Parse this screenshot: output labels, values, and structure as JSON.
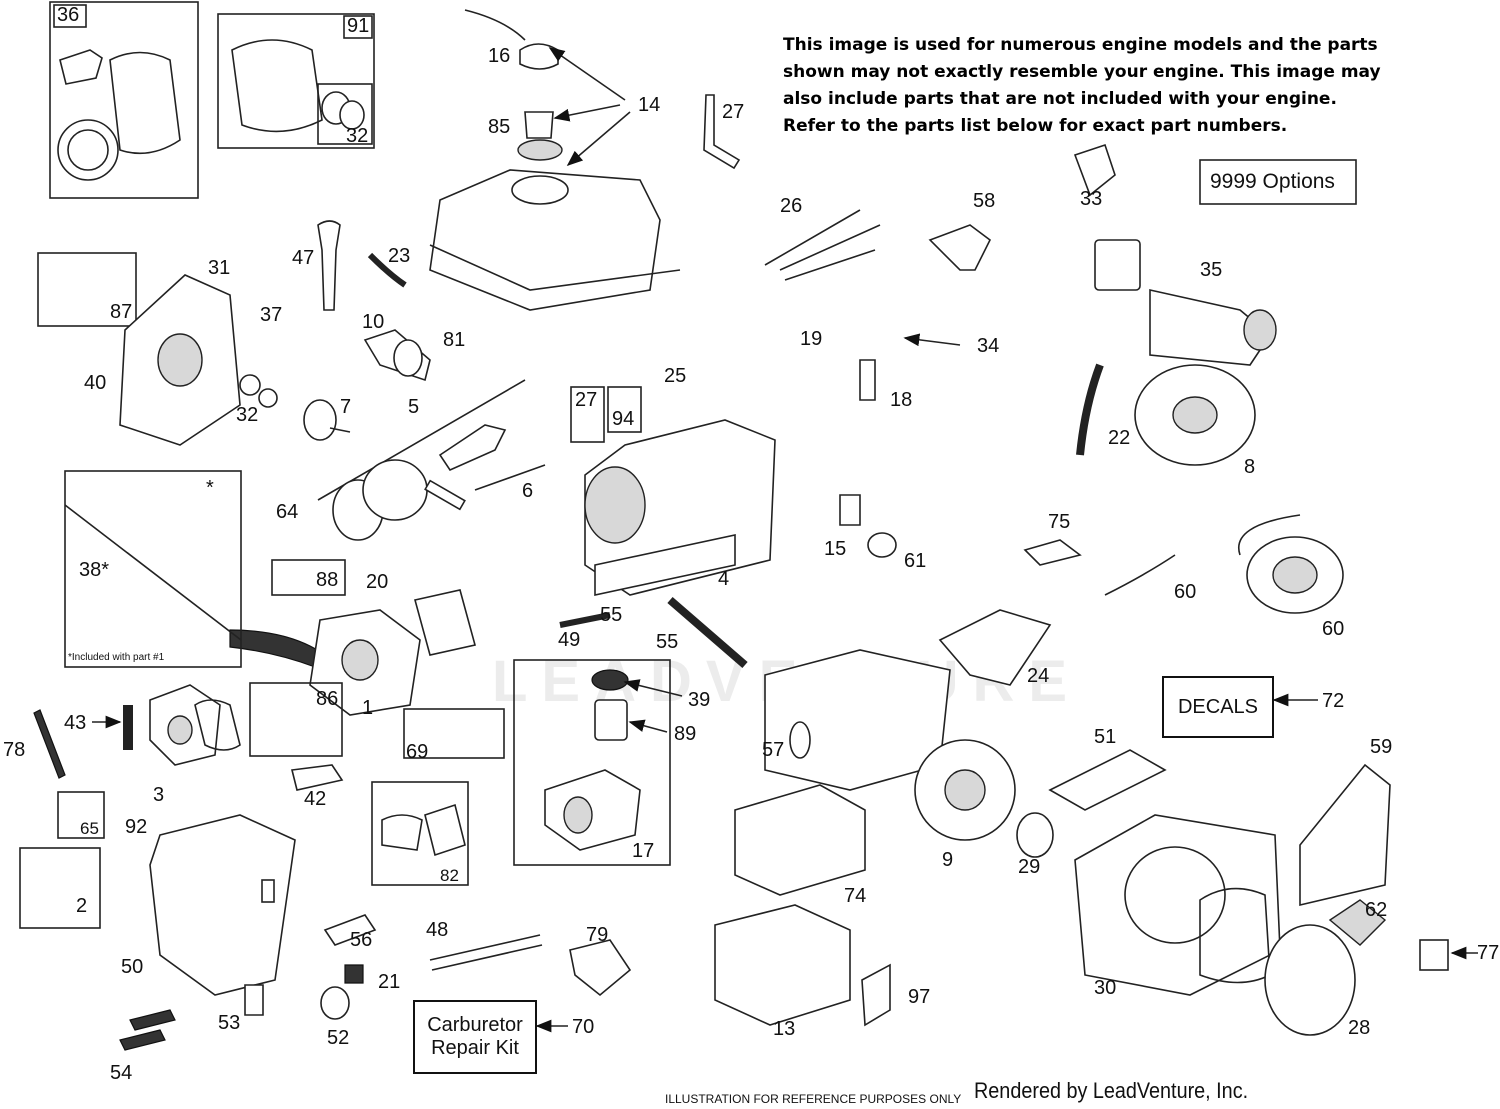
{
  "notice": [
    "This image is used for numerous engine models and the parts",
    "shown may not exactly resemble your engine. This image may",
    "also include parts that are not included with your engine.",
    "Refer to the parts list below for exact part numbers."
  ],
  "options_box": "9999  Options",
  "decals_box": "DECALS",
  "carb_kit": [
    "Carburetor",
    "Repair Kit"
  ],
  "footnote": "*Included with part #1",
  "reference_note": "ILLUSTRATION FOR REFERENCE PURPOSES ONLY",
  "rendered_by": "Rendered by LeadVenture, Inc.",
  "watermark": "LEADVENTURE",
  "callouts": {
    "c36": "36",
    "c91": "91",
    "c32a": "32",
    "c16": "16",
    "c14": "14",
    "c85": "85",
    "c27a": "27",
    "c26": "26",
    "c58": "58",
    "c33": "33",
    "c35": "35",
    "c31": "31",
    "c87": "87",
    "c47": "47",
    "c23": "23",
    "c37": "37",
    "c10": "10",
    "c81": "81",
    "c40": "40",
    "c32b": "32",
    "c7": "7",
    "c5": "5",
    "c6": "6",
    "c27b": "27",
    "c94": "94",
    "c25": "25",
    "c19": "19",
    "c34": "34",
    "c18": "18",
    "c22": "22",
    "c8": "8",
    "c64": "64",
    "c38": "38*",
    "cstar": "*",
    "c88": "88",
    "c20": "20",
    "c4": "4",
    "c15": "15",
    "c61": "61",
    "c75": "75",
    "c60a": "60",
    "c60b": "60",
    "c49": "49",
    "c55a": "55",
    "c55b": "55",
    "c24": "24",
    "c86": "86",
    "c1": "1",
    "c39": "39",
    "c89": "89",
    "c72": "72",
    "c78": "78",
    "c43": "43",
    "c3": "3",
    "c42": "42",
    "c69": "69",
    "c57": "57",
    "c51": "51",
    "c59": "59",
    "c65": "65",
    "c92": "92",
    "c82": "82",
    "c17": "17",
    "c9": "9",
    "c29": "29",
    "c74": "74",
    "c2": "2",
    "c50": "50",
    "c56": "56",
    "c48": "48",
    "c79": "79",
    "c21": "21",
    "c52": "52",
    "c70": "70",
    "c97": "97",
    "c13": "13",
    "c30": "30",
    "c62": "62",
    "c28": "28",
    "c77": "77",
    "c53": "53",
    "c54": "54"
  }
}
